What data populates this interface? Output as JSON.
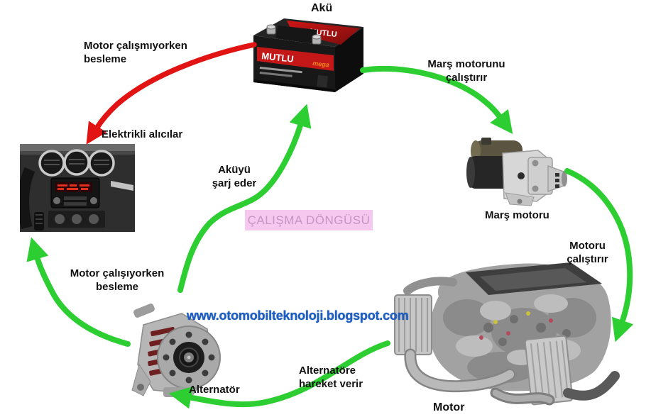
{
  "title_box": {
    "text": "ÇALIŞMA DÖNGÜSÜ",
    "bg": "#f6c8f0",
    "fg": "#c795c3"
  },
  "watermark": {
    "text": "www.otomobilteknoloji.blogspot.com",
    "color": "#1b5ec4"
  },
  "components": {
    "battery": {
      "label": "Akü",
      "brand": "MUTLU",
      "brand_sub": "mega"
    },
    "consumers": {
      "label": "Elektrikli alıcılar"
    },
    "starter": {
      "label": "Marş motoru"
    },
    "engine": {
      "label": "Motor"
    },
    "alternator": {
      "label": "Alternatör"
    }
  },
  "arrows": {
    "battery_to_consumers": {
      "lines": [
        "Motor çalışmıyorken",
        "besleme"
      ],
      "color": "#e11313"
    },
    "battery_to_starter": {
      "lines": [
        "Marş motorunu",
        "çalıştırır"
      ],
      "color": "#2cce31"
    },
    "starter_to_engine": {
      "lines": [
        "Motoru",
        "çalıştırır"
      ],
      "color": "#2cce31"
    },
    "engine_to_alternator": {
      "lines": [
        "Alternatöre",
        "hareket verir"
      ],
      "color": "#2cce31"
    },
    "alternator_to_consumers": {
      "lines": [
        "Motor çalışıyorken",
        "besleme"
      ],
      "color": "#2cce31"
    },
    "alternator_to_battery": {
      "lines": [
        "Aküyü",
        "şarj eder"
      ],
      "color": "#2cce31"
    }
  },
  "colors": {
    "arrow_green": "#2cce31",
    "arrow_red": "#e11313",
    "label_text": "#111111",
    "background": "#ffffff"
  }
}
